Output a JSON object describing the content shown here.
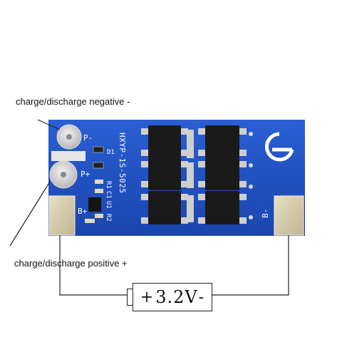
{
  "annotations": {
    "negative_label": "charge/discharge negative -",
    "positive_label": "charge/discharge positive +"
  },
  "board": {
    "model_silk": "HXYP-1S-5025",
    "pads": {
      "p_minus": "P-",
      "p_plus": "P+",
      "b_plus": "B+",
      "b_minus": "B-"
    },
    "component_silk": {
      "d1": "D1",
      "r1": "R1",
      "c1": "C1",
      "u1": "U1",
      "r2": "R2"
    },
    "colors": {
      "pcb": "#1d4fc0",
      "pad_copper": "#d9cfb0",
      "mosfet": "#1a1a1a",
      "silkscreen": "#ffffff"
    }
  },
  "battery": {
    "plus": "+",
    "voltage": "3.2",
    "unit": "V",
    "minus": "-"
  }
}
